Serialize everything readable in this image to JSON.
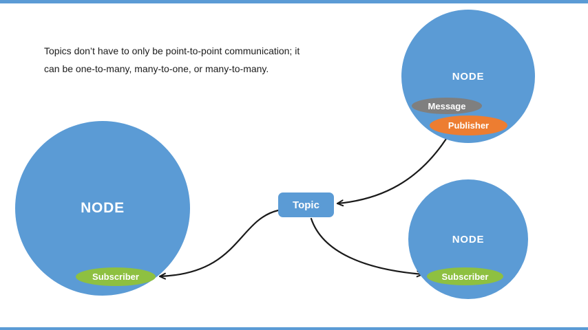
{
  "page": {
    "background_color": "#ffffff",
    "top_bar_color": "#5b9bd5",
    "bottom_bar_color": "#5b9bd5",
    "arrow_color": "#1a1a1a"
  },
  "caption": {
    "line1": "Topics don’t have to only be point-to-point communication; it",
    "line2": "can be one-to-many, many-to-one, or many-to-many."
  },
  "diagram": {
    "topic": {
      "label": "Topic",
      "color": "#5b9bd5"
    },
    "left_node": {
      "label": "NODE",
      "color": "#5b9bd5",
      "subscriber": {
        "label": "Subscriber",
        "color": "#8ec041"
      }
    },
    "top_right_node": {
      "label": "NODE",
      "color": "#5b9bd5",
      "message": {
        "label": "Message",
        "color": "#7f7f7f"
      },
      "publisher": {
        "label": "Publisher",
        "color": "#ed7d31"
      }
    },
    "bottom_right_node": {
      "label": "NODE",
      "color": "#5b9bd5",
      "subscriber": {
        "label": "Subscriber",
        "color": "#8ec041"
      }
    }
  }
}
